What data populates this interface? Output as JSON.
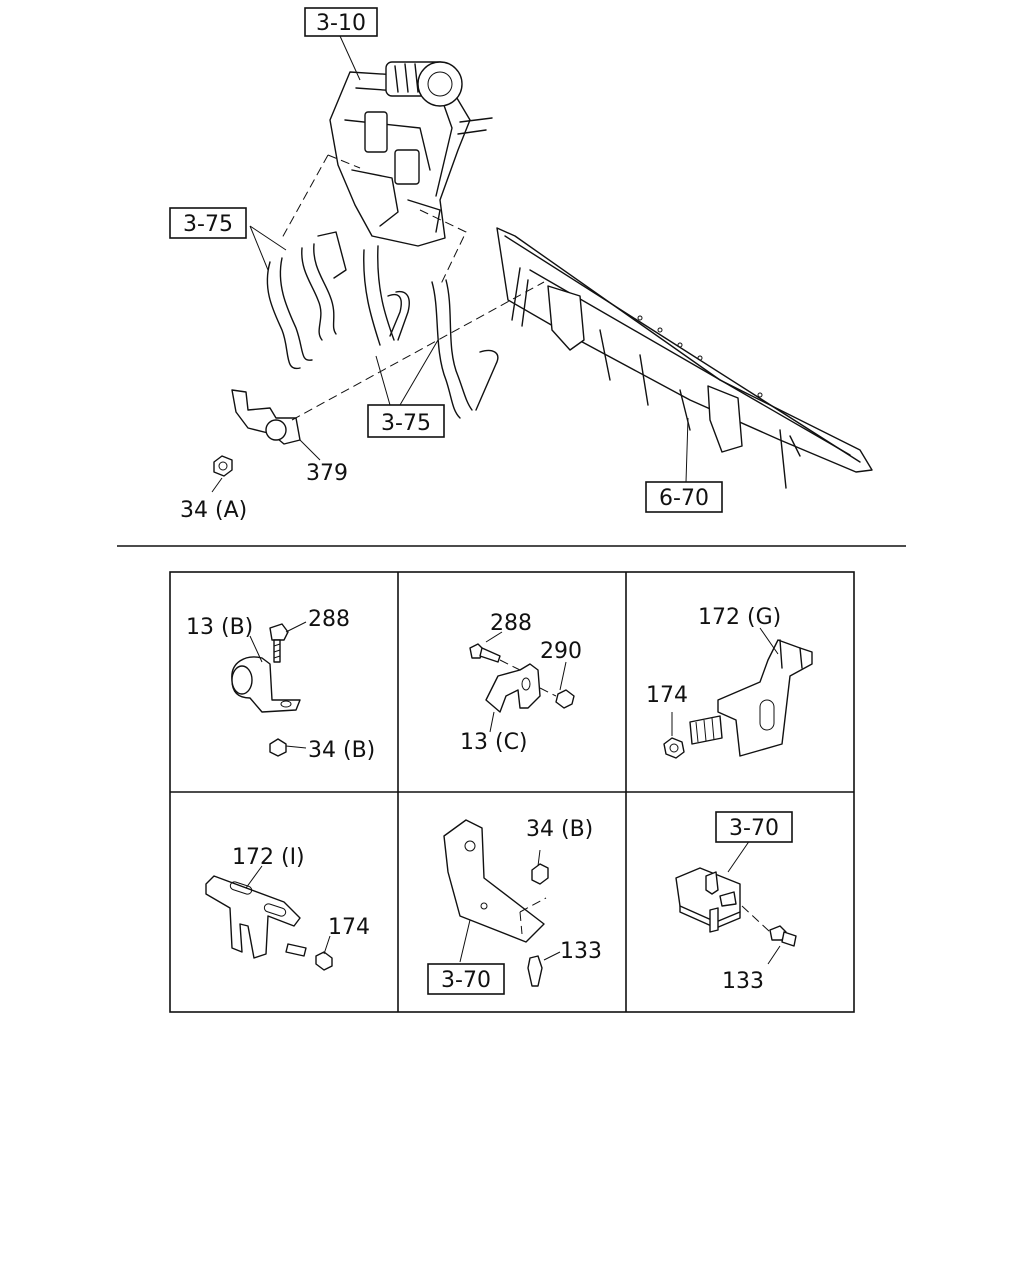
{
  "callouts": {
    "ref_3_10": "3-10",
    "ref_3_75_left": "3-75",
    "ref_3_75_bottom": "3-75",
    "ref_6_70": "6-70",
    "part_379": "379",
    "part_34A": "34 (A)"
  },
  "cells": {
    "c1": {
      "clamp": "13 (B)",
      "bolt": "288",
      "nut": "34 (B)"
    },
    "c2": {
      "bolt": "288",
      "nut": "290",
      "clamp": "13 (C)"
    },
    "c3": {
      "bracket": "172 (G)",
      "nut": "174"
    },
    "c4": {
      "bracket": "172 (I)",
      "nut": "174"
    },
    "c5": {
      "nut": "34 (B)",
      "bolt": "133",
      "ref": "3-70"
    },
    "c6": {
      "ref": "3-70",
      "bolt": "133"
    }
  }
}
